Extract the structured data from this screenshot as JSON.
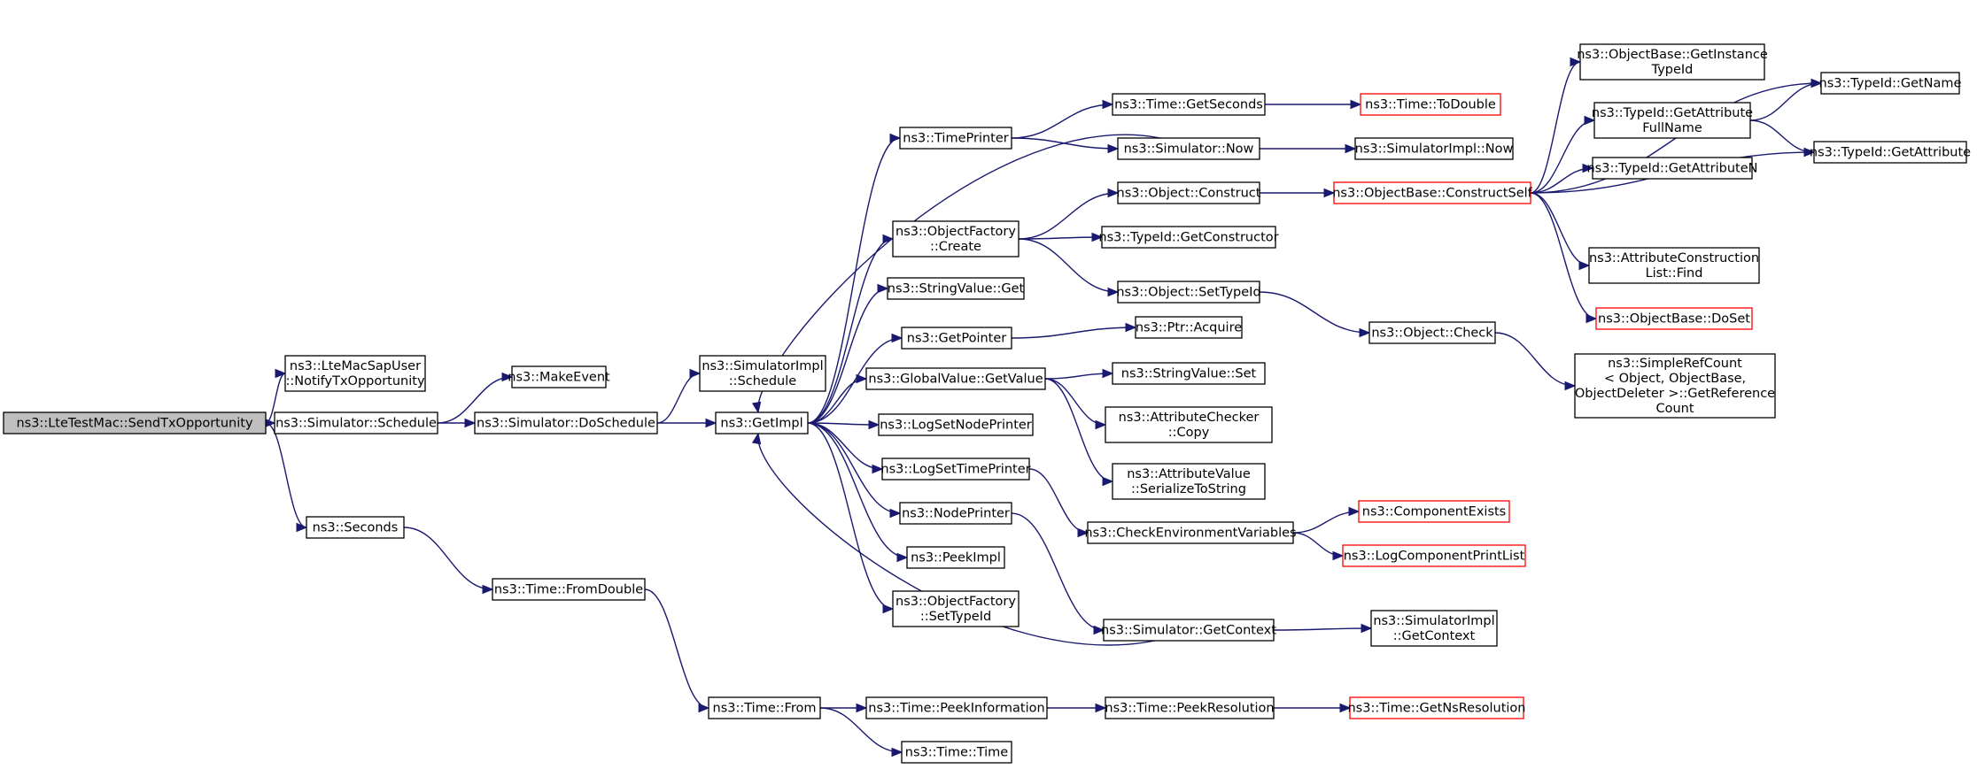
{
  "title": "ns3::LteTestMac::SendTxOpportunity",
  "colors": {
    "edge": "#191970",
    "root_fill": "#bfbfbf",
    "node_border": "#000000",
    "truncated_border": "#ff0000",
    "background": "#ffffff"
  },
  "nodes": [
    {
      "id": "n0",
      "lines": [
        "ns3::LteTestMac::SendTxOpportunity"
      ],
      "root": true
    },
    {
      "id": "n1",
      "lines": [
        "ns3::LteMacSapUser",
        "::NotifyTxOpportunity"
      ]
    },
    {
      "id": "n2",
      "lines": [
        "ns3::Simulator::Schedule"
      ]
    },
    {
      "id": "n3",
      "lines": [
        "ns3::Seconds"
      ]
    },
    {
      "id": "n4",
      "lines": [
        "ns3::MakeEvent"
      ]
    },
    {
      "id": "n5",
      "lines": [
        "ns3::Simulator::DoSchedule"
      ]
    },
    {
      "id": "n6",
      "lines": [
        "ns3::SimulatorImpl",
        "::Schedule"
      ]
    },
    {
      "id": "n7",
      "lines": [
        "ns3::GetImpl"
      ]
    },
    {
      "id": "n8",
      "lines": [
        "ns3::TimePrinter"
      ]
    },
    {
      "id": "n9",
      "lines": [
        "ns3::ObjectFactory",
        "::Create"
      ]
    },
    {
      "id": "n10",
      "lines": [
        "ns3::StringValue::Get"
      ]
    },
    {
      "id": "n11",
      "lines": [
        "ns3::GetPointer"
      ]
    },
    {
      "id": "n12",
      "lines": [
        "ns3::GlobalValue::GetValue"
      ]
    },
    {
      "id": "n13",
      "lines": [
        "ns3::LogSetNodePrinter"
      ]
    },
    {
      "id": "n14",
      "lines": [
        "ns3::LogSetTimePrinter"
      ]
    },
    {
      "id": "n15",
      "lines": [
        "ns3::NodePrinter"
      ]
    },
    {
      "id": "n16",
      "lines": [
        "ns3::PeekImpl"
      ]
    },
    {
      "id": "n17",
      "lines": [
        "ns3::ObjectFactory",
        "::SetTypeId"
      ]
    },
    {
      "id": "n18",
      "lines": [
        "ns3::Time::GetSeconds"
      ]
    },
    {
      "id": "n19",
      "lines": [
        "ns3::Simulator::Now"
      ]
    },
    {
      "id": "n20",
      "lines": [
        "ns3::Object::Construct"
      ]
    },
    {
      "id": "n21",
      "lines": [
        "ns3::TypeId::GetConstructor"
      ]
    },
    {
      "id": "n22",
      "lines": [
        "ns3::Object::SetTypeId"
      ]
    },
    {
      "id": "n23",
      "lines": [
        "ns3::Ptr::Acquire"
      ]
    },
    {
      "id": "n24",
      "lines": [
        "ns3::StringValue::Set"
      ]
    },
    {
      "id": "n25",
      "lines": [
        "ns3::AttributeChecker",
        "::Copy"
      ]
    },
    {
      "id": "n26",
      "lines": [
        "ns3::AttributeValue",
        "::SerializeToString"
      ]
    },
    {
      "id": "n27",
      "lines": [
        "ns3::CheckEnvironmentVariables"
      ]
    },
    {
      "id": "n28",
      "lines": [
        "ns3::Simulator::GetContext"
      ]
    },
    {
      "id": "n29",
      "lines": [
        "ns3::Time::ToDouble"
      ],
      "truncated": true
    },
    {
      "id": "n30",
      "lines": [
        "ns3::SimulatorImpl::Now"
      ]
    },
    {
      "id": "n31",
      "lines": [
        "ns3::ObjectBase::ConstructSelf"
      ],
      "truncated": true
    },
    {
      "id": "n32",
      "lines": [
        "ns3::Object::Check"
      ]
    },
    {
      "id": "n33",
      "lines": [
        "ns3::ComponentExists"
      ],
      "truncated": true
    },
    {
      "id": "n34",
      "lines": [
        "ns3::LogComponentPrintList"
      ],
      "truncated": true
    },
    {
      "id": "n35",
      "lines": [
        "ns3::SimulatorImpl",
        "::GetContext"
      ]
    },
    {
      "id": "n36",
      "lines": [
        "ns3::ObjectBase::GetInstance",
        "TypeId"
      ]
    },
    {
      "id": "n37",
      "lines": [
        "ns3::TypeId::GetAttribute",
        "FullName"
      ]
    },
    {
      "id": "n38",
      "lines": [
        "ns3::TypeId::GetAttributeN"
      ]
    },
    {
      "id": "n39",
      "lines": [
        "ns3::AttributeConstruction",
        "List::Find"
      ]
    },
    {
      "id": "n40",
      "lines": [
        "ns3::ObjectBase::DoSet"
      ],
      "truncated": true
    },
    {
      "id": "n41",
      "lines": [
        "ns3::SimpleRefCount",
        "< Object, ObjectBase,",
        " ObjectDeleter >::GetReference",
        "Count"
      ]
    },
    {
      "id": "n42",
      "lines": [
        "ns3::TypeId::GetName"
      ]
    },
    {
      "id": "n43",
      "lines": [
        "ns3::TypeId::GetAttribute"
      ]
    },
    {
      "id": "n44",
      "lines": [
        "ns3::Time::FromDouble"
      ]
    },
    {
      "id": "n45",
      "lines": [
        "ns3::Time::From"
      ]
    },
    {
      "id": "n46",
      "lines": [
        "ns3::Time::PeekInformation"
      ]
    },
    {
      "id": "n47",
      "lines": [
        "ns3::Time::Time"
      ]
    },
    {
      "id": "n48",
      "lines": [
        "ns3::Time::PeekResolution"
      ]
    },
    {
      "id": "n49",
      "lines": [
        "ns3::Time::GetNsResolution"
      ],
      "truncated": true
    }
  ],
  "edges": [
    [
      "n0",
      "n1"
    ],
    [
      "n0",
      "n2"
    ],
    [
      "n0",
      "n3"
    ],
    [
      "n2",
      "n4"
    ],
    [
      "n2",
      "n5"
    ],
    [
      "n5",
      "n6"
    ],
    [
      "n5",
      "n7"
    ],
    [
      "n7",
      "n8"
    ],
    [
      "n7",
      "n9"
    ],
    [
      "n7",
      "n10"
    ],
    [
      "n7",
      "n11"
    ],
    [
      "n7",
      "n12"
    ],
    [
      "n7",
      "n13"
    ],
    [
      "n7",
      "n14"
    ],
    [
      "n7",
      "n15"
    ],
    [
      "n7",
      "n16"
    ],
    [
      "n7",
      "n17"
    ],
    [
      "n8",
      "n18"
    ],
    [
      "n8",
      "n19"
    ],
    [
      "n18",
      "n29"
    ],
    [
      "n19",
      "n7"
    ],
    [
      "n19",
      "n30"
    ],
    [
      "n9",
      "n20"
    ],
    [
      "n9",
      "n21"
    ],
    [
      "n9",
      "n22"
    ],
    [
      "n20",
      "n31"
    ],
    [
      "n22",
      "n32"
    ],
    [
      "n11",
      "n23"
    ],
    [
      "n12",
      "n24"
    ],
    [
      "n12",
      "n25"
    ],
    [
      "n12",
      "n26"
    ],
    [
      "n14",
      "n27"
    ],
    [
      "n15",
      "n28"
    ],
    [
      "n27",
      "n33"
    ],
    [
      "n27",
      "n34"
    ],
    [
      "n28",
      "n7"
    ],
    [
      "n28",
      "n35"
    ],
    [
      "n31",
      "n36"
    ],
    [
      "n31",
      "n37"
    ],
    [
      "n31",
      "n38"
    ],
    [
      "n31",
      "n39"
    ],
    [
      "n31",
      "n40"
    ],
    [
      "n31",
      "n42"
    ],
    [
      "n31",
      "n43"
    ],
    [
      "n37",
      "n42"
    ],
    [
      "n37",
      "n43"
    ],
    [
      "n32",
      "n41"
    ],
    [
      "n3",
      "n44"
    ],
    [
      "n44",
      "n45"
    ],
    [
      "n45",
      "n46"
    ],
    [
      "n45",
      "n47"
    ],
    [
      "n46",
      "n48"
    ],
    [
      "n48",
      "n49"
    ]
  ]
}
